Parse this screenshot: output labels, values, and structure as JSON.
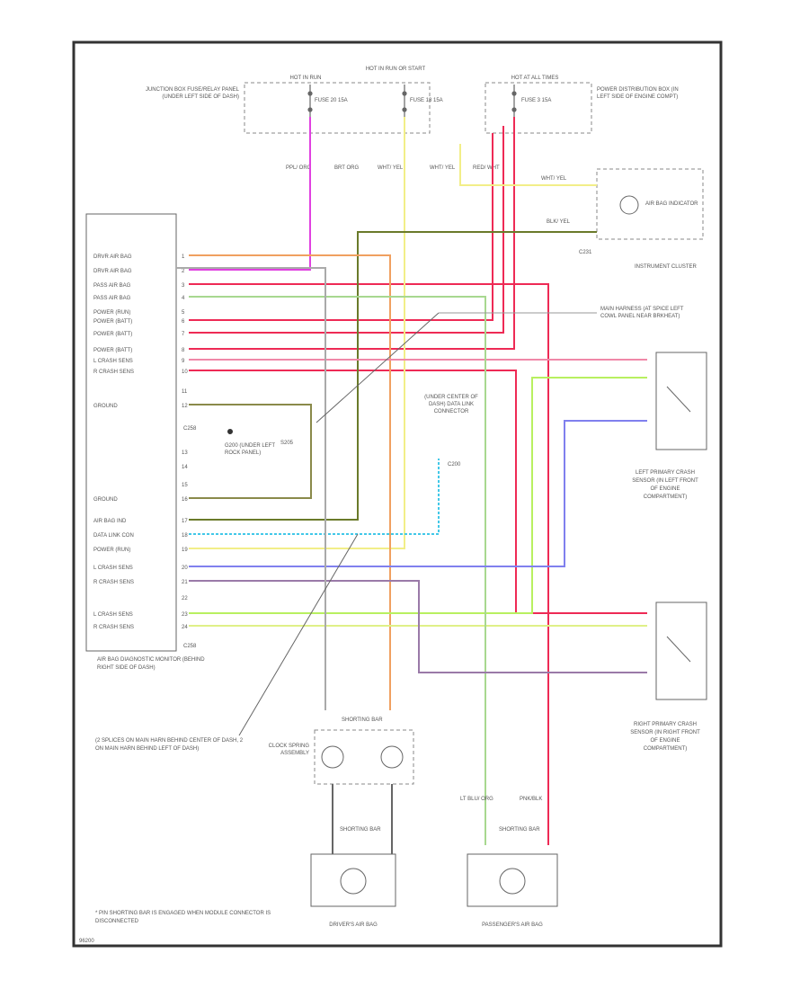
{
  "fig_id": "96200",
  "sources": {
    "hot_run": "HOT IN RUN",
    "hot_run_start": "HOT IN RUN OR START",
    "hot_all_times": "HOT AT ALL TIMES",
    "fuse_a": "FUSE 20 15A",
    "fuse_b": "FUSE 18 15A",
    "fuse_c": "FUSE 3 15A",
    "jbox_note": "JUNCTION BOX FUSE/RELAY PANEL (UNDER LEFT SIDE OF DASH)",
    "pdbox_note": "POWER DISTRIBUTION BOX (IN LEFT SIDE OF ENGINE COMPT)"
  },
  "top_wire_labels": {
    "w1": "PPL/ ORG",
    "w2": "BRT ORG",
    "w3": "WHT/ YEL",
    "w4": "WHT/ YEL",
    "w5": "RED/ WHT"
  },
  "cluster": {
    "resistor": "AIR BAG INDICATOR",
    "label": "INSTRUMENT CLUSTER",
    "w_a": "WHT/ YEL",
    "w_b": "BLK/ YEL",
    "conn": "C231"
  },
  "module": {
    "pins": [
      "DRVR AIR BAG",
      "DRVR AIR BAG",
      "PASS AIR BAG",
      "PASS AIR BAG",
      "POWER (RUN)",
      "POWER (BATT)",
      "POWER (BATT)",
      "POWER (BATT)",
      "L CRASH SENS",
      "R CRASH SENS",
      "",
      "GROUND",
      "",
      "",
      "",
      "GROUND",
      "AIR BAG IND",
      "DATA LINK CON",
      "POWER (RUN)",
      "L CRASH SENS",
      "R CRASH SENS",
      "",
      "L CRASH SENS",
      "R CRASH SENS"
    ],
    "conn_a": "C258",
    "conn_b": "C258",
    "label": "AIR BAG DIAGNOSTIC MONITOR (BEHIND RIGHT SIDE OF DASH)",
    "ground_label": "G200 (UNDER LEFT ROCK PANEL)",
    "ground_tag": "S205"
  },
  "dlc": {
    "label": "(UNDER CENTER OF DASH) DATA LINK CONNECTOR",
    "pin": "C200"
  },
  "sensors": {
    "left": "LEFT PRIMARY CRASH SENSOR (IN LEFT FRONT OF ENGINE COMPARTMENT)",
    "right": "RIGHT PRIMARY CRASH SENSOR (IN RIGHT FRONT OF ENGINE COMPARTMENT)",
    "harness_note": "MAIN HARNESS (AT SPICE LEFT COWL PANEL NEAR BRKHEAT)"
  },
  "bottom": {
    "shorting_bar": "SHORTING BAR",
    "clock_spring": "CLOCK SPRING ASSEMBLY",
    "drivers": "DRIVER'S AIR BAG",
    "passengers": "PASSENGER'S AIR BAG",
    "note_splice": "(2 SPLICES ON MAIN HARN BEHIND CENTER OF DASH, 2 ON MAIN HARN BEHIND LEFT OF DASH)",
    "note_short": "* PIN SHORTING BAR IS ENGAGED WHEN MODULE CONNECTOR IS DISCONNECTED",
    "w_left": "LT BLU/ ORG",
    "w_right": "PNK/BLK"
  },
  "colors": {
    "border": "#333333",
    "text": "#555555",
    "magenta": "#e040e0",
    "red": "#ee2a55",
    "yellow": "#f2ee88",
    "olive": "#6a7a2a",
    "cyan": "#42c8e8",
    "blue": "#8080ee",
    "orange": "#f0a060",
    "pink": "#f088a8",
    "lime": "#b8f060",
    "green": "#a8d890",
    "violet": "#b47cc8",
    "gray": "#888888"
  }
}
